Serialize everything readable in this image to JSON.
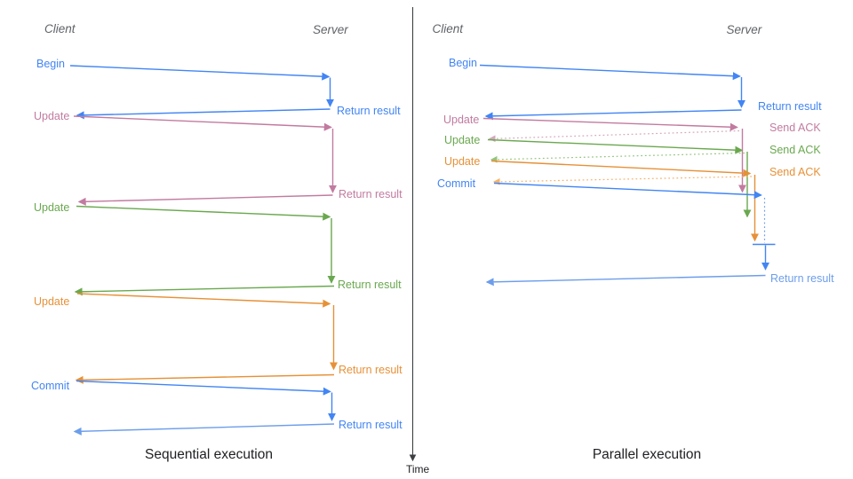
{
  "time_axis": {
    "label": "Time"
  },
  "colors": {
    "blue": "#4285f4",
    "light_blue": "#6d9eeb",
    "pink": "#c27ba0",
    "light_pink": "#d5a6bd",
    "green": "#6aa84f",
    "light_green": "#93c47d",
    "orange": "#e69138",
    "light_orange": "#f6b26b",
    "axis": "#3c4043",
    "header_text": "#5f6368"
  },
  "sequential": {
    "caption": "Sequential execution",
    "headers": {
      "client": "Client",
      "server": "Server"
    },
    "requests": [
      {
        "label": "Begin",
        "response": "Return result",
        "color": "#4285f4"
      },
      {
        "label": "Update",
        "response": "Return result",
        "color": "#c27ba0"
      },
      {
        "label": "Update",
        "response": "Return result",
        "color": "#6aa84f"
      },
      {
        "label": "Update",
        "response": "Return result",
        "color": "#e69138"
      },
      {
        "label": "Commit",
        "response": "Return result",
        "color": "#4285f4"
      }
    ]
  },
  "parallel": {
    "caption": "Parallel execution",
    "headers": {
      "client": "Client",
      "server": "Server"
    },
    "requests": [
      {
        "label": "Begin",
        "response": "Return result",
        "color": "#4285f4"
      },
      {
        "label": "Update",
        "response": "Send ACK",
        "color": "#c27ba0"
      },
      {
        "label": "Update",
        "response": "Send ACK",
        "color": "#6aa84f"
      },
      {
        "label": "Update",
        "response": "Send ACK",
        "color": "#e69138"
      },
      {
        "label": "Commit",
        "response": "Return result",
        "color": "#4285f4"
      }
    ]
  }
}
